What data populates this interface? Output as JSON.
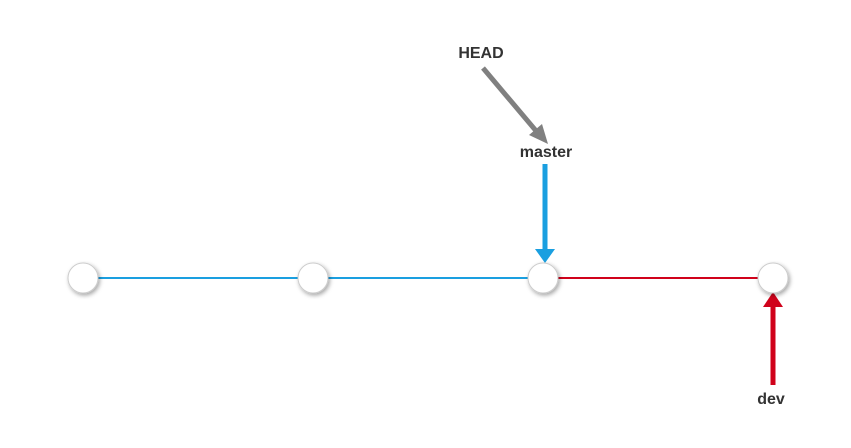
{
  "labels": {
    "head": "HEAD",
    "master": "master",
    "dev": "dev"
  },
  "colors": {
    "master_branch": "#1a9fe0",
    "dev_branch": "#d0021b",
    "head_pointer": "#808080",
    "label_text": "#333333",
    "commit_fill": "#ffffff",
    "commit_stroke": "#cccccc"
  },
  "commits": [
    {
      "branch": "master"
    },
    {
      "branch": "master"
    },
    {
      "branch": "master"
    },
    {
      "branch": "dev"
    }
  ]
}
